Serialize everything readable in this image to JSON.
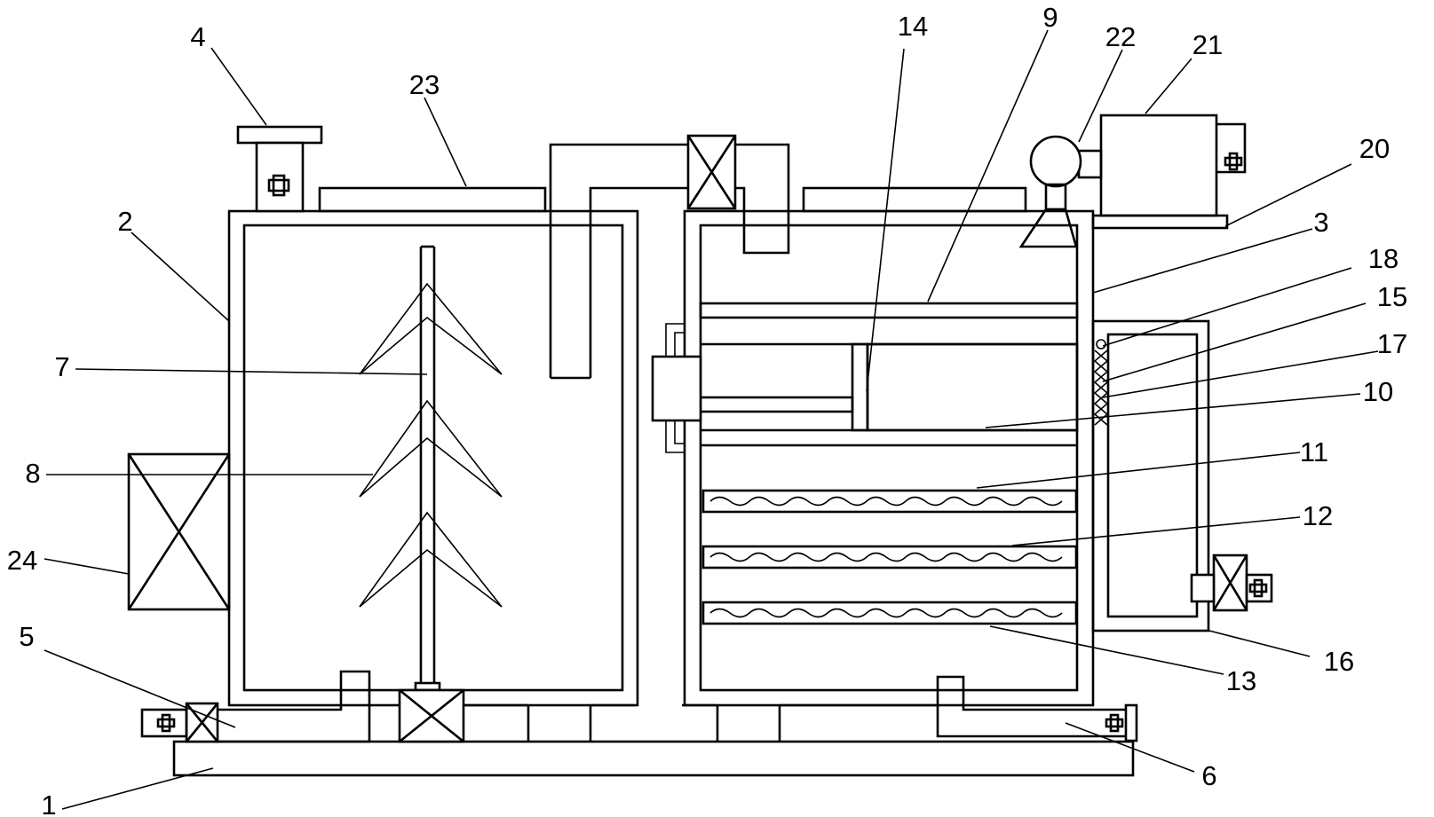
{
  "diagram": {
    "labels": {
      "l1": "1",
      "l2": "2",
      "l3": "3",
      "l4": "4",
      "l5": "5",
      "l6": "6",
      "l7": "7",
      "l8": "8",
      "l9": "9",
      "l10": "10",
      "l11": "11",
      "l12": "12",
      "l13": "13",
      "l14": "14",
      "l15": "15",
      "l16": "16",
      "l17": "17",
      "l18": "18",
      "l20": "20",
      "l21": "21",
      "l22": "22",
      "l23": "23",
      "l24": "24"
    }
  }
}
